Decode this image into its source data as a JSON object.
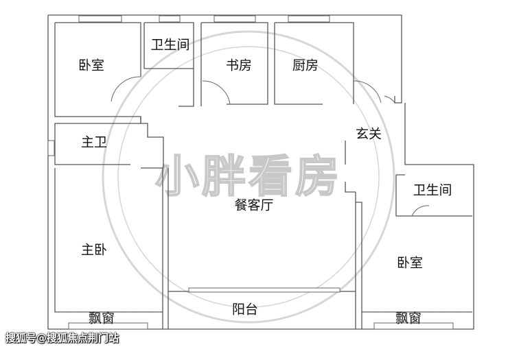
{
  "rooms": {
    "bedroom_nw": "卧室",
    "bathroom_n": "卫生间",
    "study": "书房",
    "kitchen": "厨房",
    "master_bath": "主卫",
    "entrance": "玄关",
    "living_dining": "餐客厅",
    "bathroom_e": "卫生间",
    "master_bedroom": "主卧",
    "bedroom_se": "卧室",
    "bay_window_w": "飘窗",
    "balcony": "阳台",
    "bay_window_e": "飘窗"
  },
  "watermark": "小胖看房",
  "credit": "搜狐号@搜狐焦点荆门站"
}
